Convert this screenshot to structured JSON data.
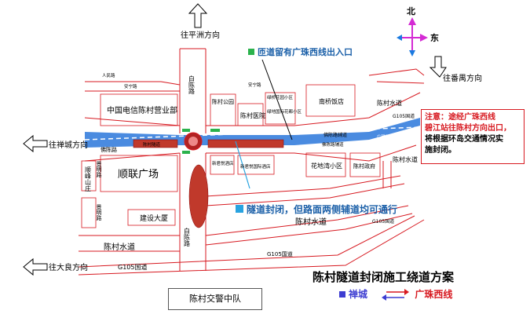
{
  "title": "陈村隧道封闭施工绕道方案",
  "legend": {
    "from": "禅城",
    "to": "广珠西线",
    "from_color": "#3d3dd1",
    "to_color": "#d71920"
  },
  "compass": {
    "north": "北",
    "east": "东"
  },
  "directions": {
    "north": "往平洲方向",
    "west": "往禅城方向",
    "east": "往番禺方向",
    "south": "往大良方向"
  },
  "callouts": {
    "ramp": "匝道留有广珠西线出入口",
    "tunnel": "隧道封闭，但路面两侧辅道均可通行",
    "ramp_marker_color": "#2bb24c",
    "tunnel_marker_color": "#29a3e0"
  },
  "notice": {
    "line1_label": "注意：",
    "line1": "途经广珠西线",
    "line2": "碧江站往陈村方向出口，",
    "line3": "将根据环岛交通情况实",
    "line4": "施封闭。"
  },
  "police": "陈村交警中队",
  "places": {
    "telecom": "中国电信陈村营业部",
    "shunlian": "顺联广场",
    "jianshe": "建设大厦",
    "shunfeng": "顺峰山庄",
    "jingming1": "景明路",
    "jingming2": "景明路",
    "gongan": "陈村公园",
    "yiyuan": "陈村医院",
    "lvdi": "绿地国际花都小区",
    "nanqiao": "南桥饭店",
    "lvqiao": "绿桥花园小区",
    "huadiwan": "花地湾小区",
    "chencun_gov": "陈村政府",
    "xinshi": "新君悦酒店",
    "xinjun": "新君悦国际酒店"
  },
  "roads": {
    "baiyun_n": "白陈路",
    "baiyun_s": "白陈路",
    "foyuan1": "佛陈路",
    "foyuan2": "佛陈路辅道",
    "foyuan3": "佛陈路辅道",
    "chencun_sd1": "陈村水道",
    "chencun_sd2": "陈村水道",
    "chencun_sd3": "陈村水道",
    "chencun_sd4": "陈村水道",
    "g105_1": "G105国道",
    "g105_2": "G105国道",
    "g105_3": "G105国道",
    "anning": "安宁路",
    "anning2": "安宁路",
    "guangzhu": "广珠西线",
    "tunnel": "陈村隧道",
    "renmin": "人民路"
  }
}
